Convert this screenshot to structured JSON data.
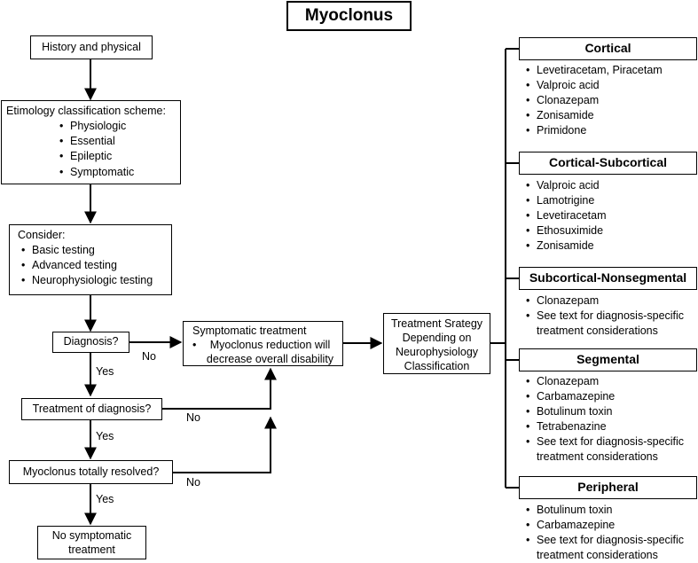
{
  "title": "Myoclonus",
  "flow": {
    "history": "History and physical",
    "etiology_title": "Etimology classification scheme:",
    "etiology_items": [
      "Physiologic",
      "Essential",
      "Epileptic",
      "Symptomatic"
    ],
    "consider_title": "Consider:",
    "consider_items": [
      "Basic testing",
      "Advanced testing",
      "Neurophysiologic testing"
    ],
    "diagnosis": "Diagnosis?",
    "treatment_of_diagnosis": "Treatment of diagnosis?",
    "totally_resolved": "Myoclonus totally resolved?",
    "no_symptomatic": "No symptomatic treatment",
    "symptomatic_title": "Symptomatic treatment",
    "symptomatic_items": [
      "Myoclonus reduction will decrease overall disability"
    ],
    "strategy": "Treatment Srategy Depending on Neurophysiology Classification",
    "yes": "Yes",
    "no": "No"
  },
  "categories": [
    {
      "name": "Cortical",
      "items": [
        "Levetiracetam, Piracetam",
        "Valproic acid",
        "Clonazepam",
        "Zonisamide",
        "Primidone"
      ]
    },
    {
      "name": "Cortical-Subcortical",
      "items": [
        "Valproic acid",
        "Lamotrigine",
        "Levetiracetam",
        "Ethosuximide",
        "Zonisamide"
      ]
    },
    {
      "name": "Subcortical-Nonsegmental",
      "items": [
        "Clonazepam",
        "See text for diagnosis-specific treatment considerations"
      ]
    },
    {
      "name": "Segmental",
      "items": [
        "Clonazepam",
        "Carbamazepine",
        "Botulinum toxin",
        "Tetrabenazine",
        "See text for diagnosis-specific treatment considerations"
      ]
    },
    {
      "name": "Peripheral",
      "items": [
        "Botulinum toxin",
        "Carbamazepine",
        "See text for diagnosis-specific treatment considerations"
      ]
    }
  ]
}
